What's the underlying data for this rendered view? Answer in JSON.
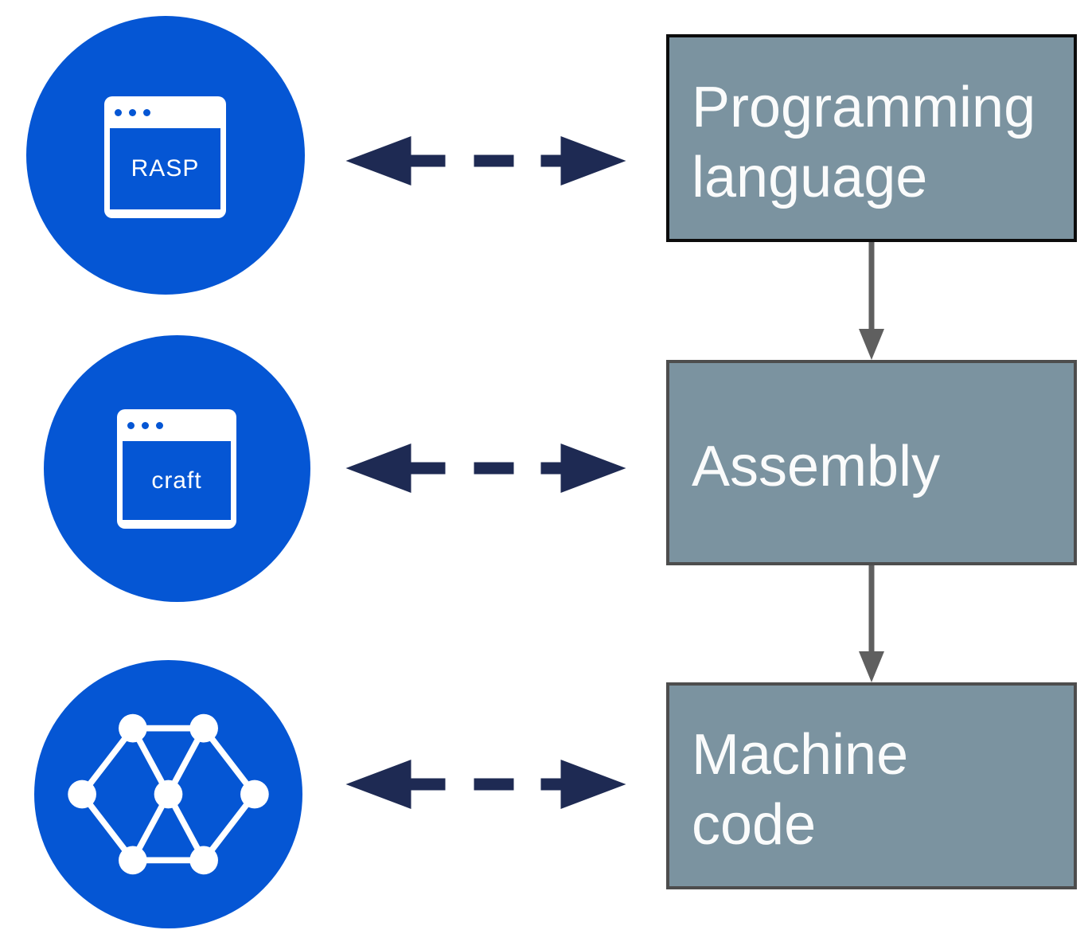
{
  "circles": [
    {
      "id": "rasp",
      "icon": "browser-window-icon",
      "label": "RASP"
    },
    {
      "id": "craft",
      "icon": "browser-window-icon",
      "label": "craft"
    },
    {
      "id": "network",
      "icon": "network-graph-icon",
      "label": ""
    }
  ],
  "boxes": [
    {
      "id": "programming-language",
      "line1": "Programming",
      "line2": "language"
    },
    {
      "id": "assembly",
      "line1": "Assembly",
      "line2": ""
    },
    {
      "id": "machine-code",
      "line1": "Machine",
      "line2": "code"
    }
  ],
  "colors": {
    "circle_blue": "#0556d4",
    "box_fill": "#7b93a0",
    "box_text": "#fafbfb",
    "box1_border": "#0c0c0c",
    "box_border": "#4d4d4d",
    "dashed_arrow_navy": "#1e2a53",
    "flow_arrow_gray": "#5f5f5f",
    "background": "#ffffff"
  }
}
